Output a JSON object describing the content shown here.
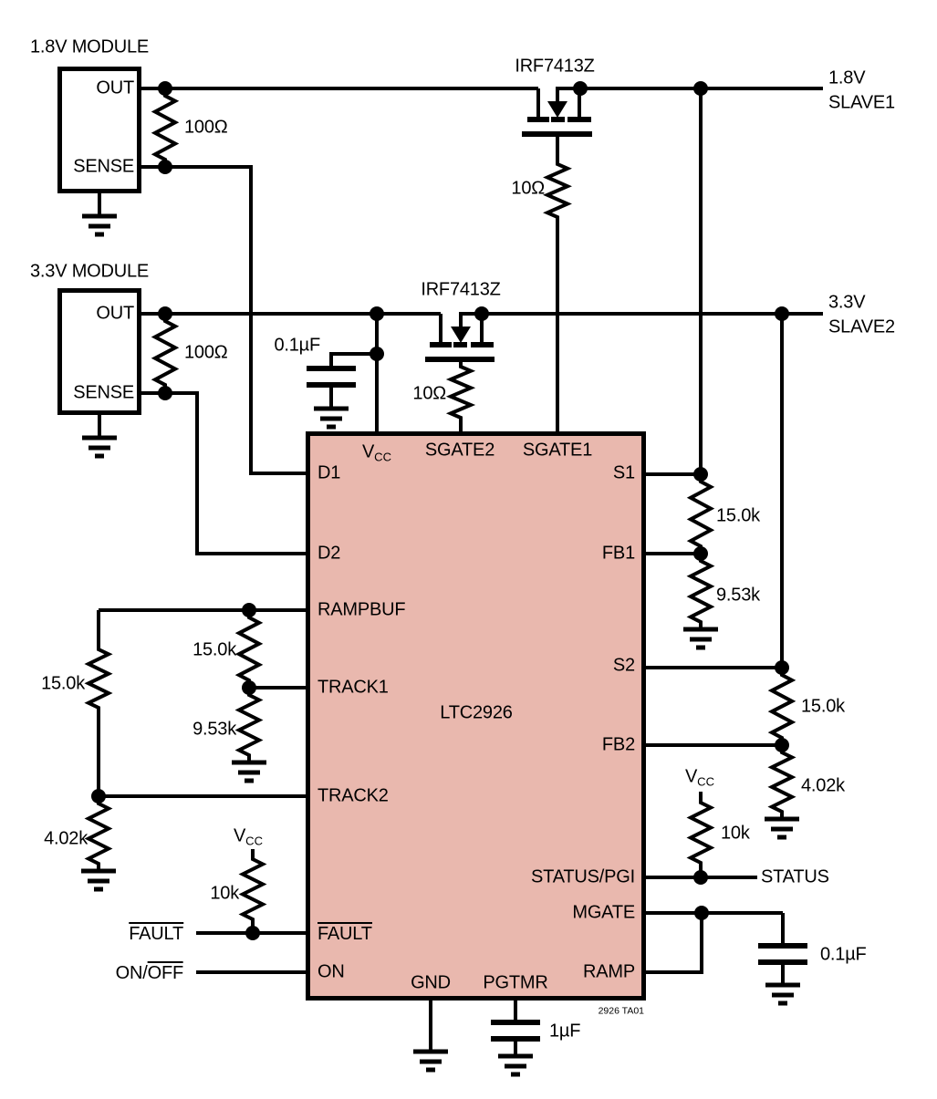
{
  "modules": [
    {
      "title": "1.8V MODULE",
      "pin_out": "OUT",
      "pin_sense": "SENSE",
      "resistor": "100Ω"
    },
    {
      "title": "3.3V MODULE",
      "pin_out": "OUT",
      "pin_sense": "SENSE",
      "resistor": "100Ω"
    }
  ],
  "outputs": [
    {
      "voltage": "1.8V",
      "name": "SLAVE1"
    },
    {
      "voltage": "3.3V",
      "name": "SLAVE2"
    }
  ],
  "fets": [
    {
      "part": "IRF7413Z",
      "gate_resistor": "10Ω"
    },
    {
      "part": "IRF7413Z",
      "gate_resistor": "10Ω"
    }
  ],
  "ic": {
    "part": "LTC2926",
    "pins": {
      "vcc": {
        "base": "V",
        "sub": "CC"
      },
      "top": [
        "SGATE2",
        "SGATE1"
      ],
      "left": [
        "D1",
        "D2",
        "RAMPBUF",
        "TRACK1",
        "TRACK2",
        "FAULT",
        "ON"
      ],
      "right": [
        "S1",
        "FB1",
        "S2",
        "FB2",
        "STATUS/PGI",
        "MGATE",
        "RAMP"
      ],
      "bottom": [
        "GND",
        "PGTMR"
      ]
    }
  },
  "resistors": {
    "ramp_divider_side": "15.0k",
    "track1_top": "15.0k",
    "track1_bottom": "9.53k",
    "track2_bottom": "4.02k",
    "fault_pullup": "10k",
    "fb1_top": "15.0k",
    "fb1_bottom": "9.53k",
    "fb2_top": "15.0k",
    "fb2_bottom": "4.02k",
    "status_pullup": "10k"
  },
  "capacitors": {
    "vcc": "0.1µF",
    "mgate": "0.1µF",
    "pgtmr": "1µF"
  },
  "supply": {
    "base": "V",
    "sub": "CC"
  },
  "signals": {
    "fault": "FAULT",
    "on_prefix": "ON/",
    "off": "OFF",
    "status": "STATUS"
  },
  "note": "2926 TA01",
  "colors": {
    "ic_fill": "#e9b8ae",
    "wire": "#000000"
  }
}
